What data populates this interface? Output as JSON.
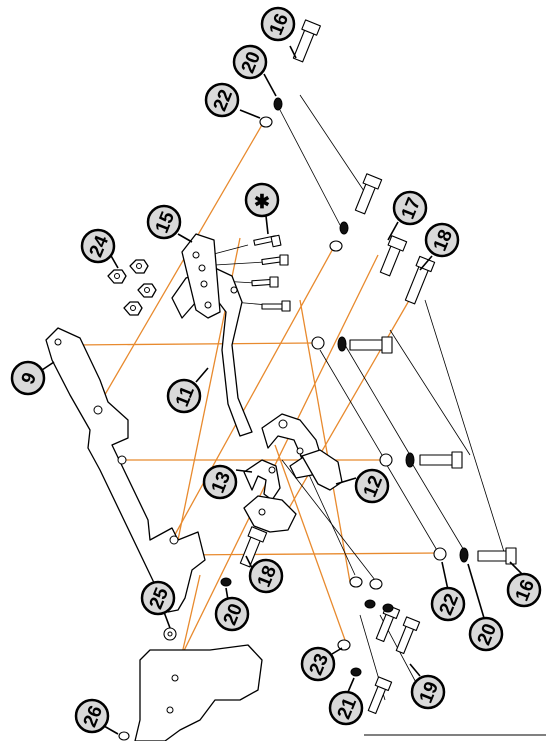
{
  "callouts": {
    "c16a": "16",
    "c20a": "20",
    "c22a": "22",
    "c15": "15",
    "cstar": "✱",
    "c17": "17",
    "c18a": "18",
    "c24": "24",
    "c9": "9",
    "c11": "11",
    "c12": "12",
    "c13": "13",
    "c25": "25",
    "c18b": "18",
    "c20b": "20",
    "c22b": "22",
    "c20c": "20",
    "c16b": "16",
    "c23": "23",
    "c19": "19",
    "c21": "21",
    "c26": "26"
  },
  "colors": {
    "leader_orange": "#e88a2e",
    "callout_fill": "#d9d9d9",
    "line": "#000000"
  }
}
